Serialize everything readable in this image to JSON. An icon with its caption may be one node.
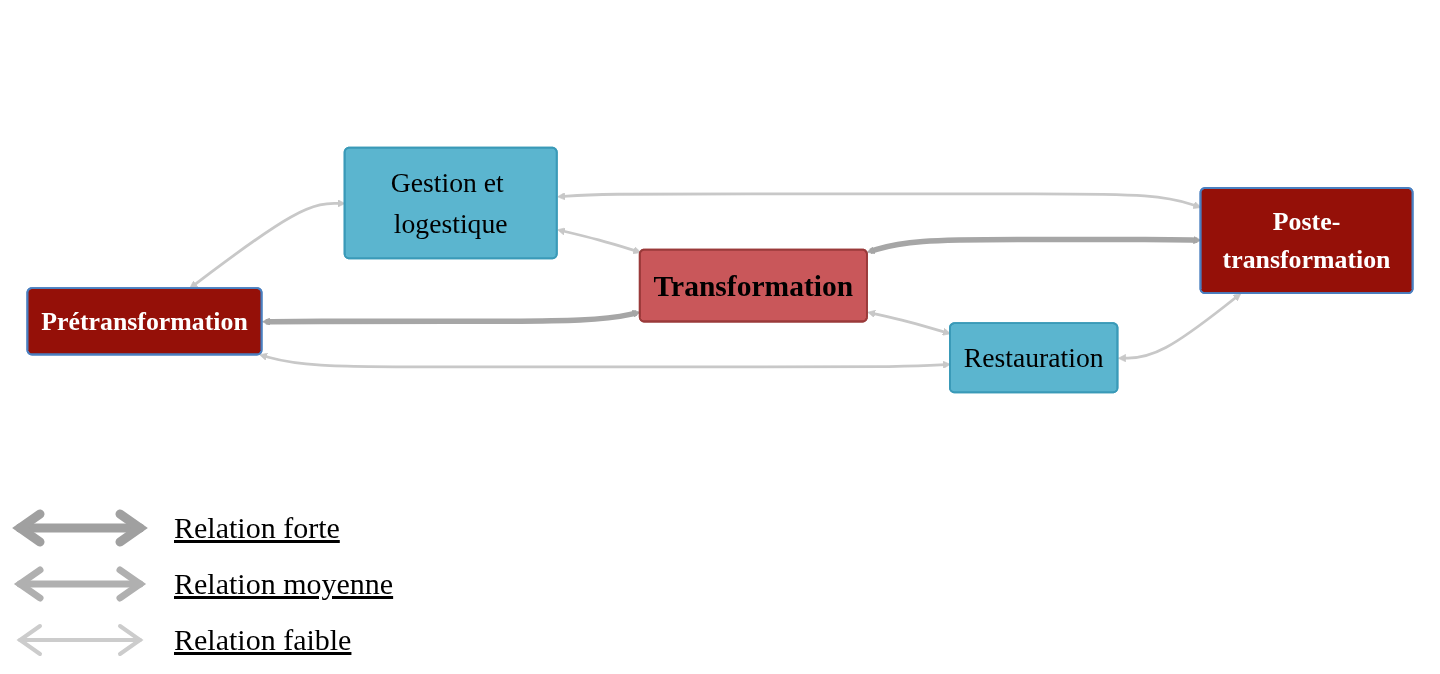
{
  "diagram": {
    "nodes": [
      {
        "text": [
          "Gestion et logestique"
        ]
      },
      {
        "text": [
          "Prétransformation"
        ]
      },
      {
        "text": [
          "Transformation"
        ]
      },
      {
        "text": [
          "Poste-transformation"
        ]
      },
      {
        "text": [
          "Restauration"
        ]
      }
    ],
    "edges": [
      {
        "from": 1,
        "to": 0,
        "arrow": "both"
      },
      {
        "from": 0,
        "to": 3,
        "arrow": "both"
      },
      {
        "from": 0,
        "to": 2,
        "arrow": "both"
      },
      {
        "from": 1,
        "to": 2,
        "arrow": "both",
        "style": "thick",
        "color": "#a6a6a6"
      },
      {
        "from": 2,
        "to": 3,
        "arrow": "both",
        "style": "thick",
        "color": "#a6a6a6"
      },
      {
        "from": 2,
        "to": 4,
        "arrow": "both"
      },
      {
        "from": 1,
        "to": 4,
        "arrow": "both"
      },
      {
        "from": 4,
        "to": 3,
        "arrow": "both"
      }
    ],
    "legend": [
      {
        "text": "Relation forte"
      },
      {
        "text": "Relation moyenne"
      },
      {
        "text": "Relation faible"
      }
    ]
  }
}
